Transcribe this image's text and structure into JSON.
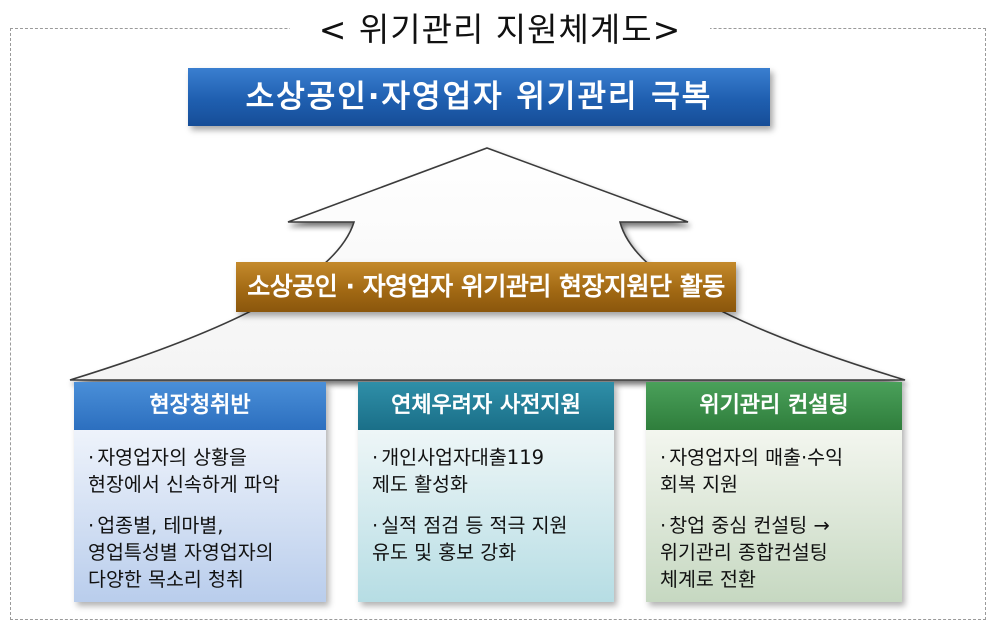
{
  "title": "< 위기관리  지원체계도>",
  "goal": "소상공인·자영업자 위기관리 극복",
  "center": "소상공인 · 자영업자 위기관리 현장지원단 활동",
  "columns": [
    {
      "heading": "현장청취반",
      "bullets": [
        "자영업자의 상황을\n현장에서 신속하게 파악",
        "업종별, 테마별,\n영업특성별 자영업자의\n다양한 목소리 청취"
      ]
    },
    {
      "heading": "연체우려자 사전지원",
      "bullets": [
        "개인사업자대출119\n제도 활성화",
        "실적 점검 등 적극 지원\n유도 및 홍보 강화"
      ]
    },
    {
      "heading": "위기관리 컨설팅",
      "bullets": [
        "자영업자의 매출·수익\n회복 지원",
        "창업 중심 컨설팅 →\n위기관리 종합컨설팅\n체계로 전환"
      ]
    }
  ],
  "colors": {
    "goal": "#1f5fb0",
    "center": "#a36a14",
    "col1": "#2c6fbf",
    "col2": "#1a6f88",
    "col3": "#2f7e3c"
  }
}
